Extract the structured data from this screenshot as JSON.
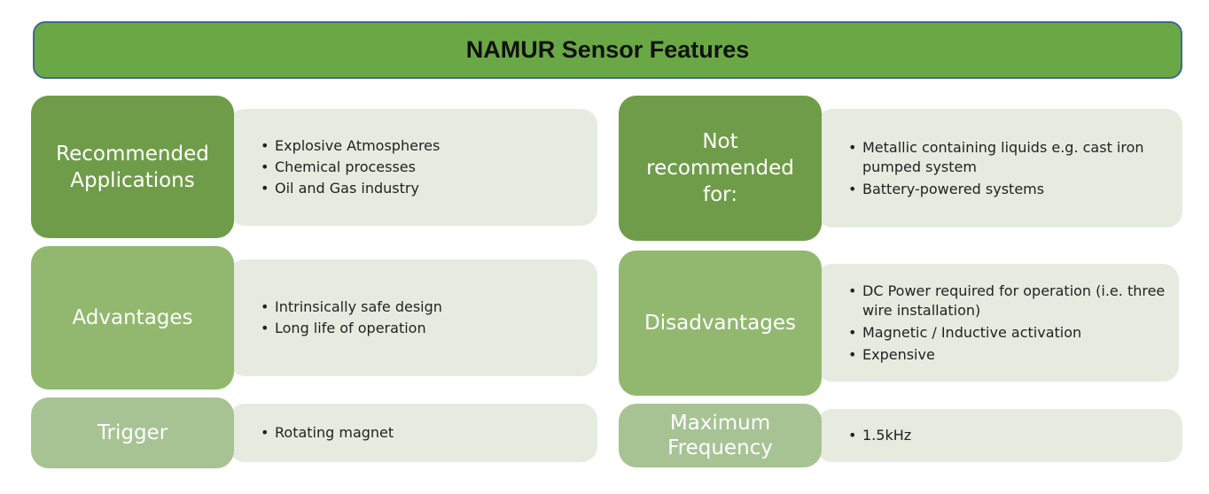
{
  "title": "NAMUR Sensor Features",
  "colors": {
    "banner": "#6aa845",
    "banner_border": "#3e6a8e",
    "label_dark": "#6f9c49",
    "label_mid": "#92b86f",
    "label_light": "#a7c394",
    "panel": "#e6ebe0"
  },
  "left": {
    "applications": {
      "label": "Recommended Applications",
      "items": [
        "Explosive Atmospheres",
        "Chemical processes",
        "Oil and Gas industry"
      ]
    },
    "advantages": {
      "label": "Advantages",
      "items": [
        "Intrinsically safe design",
        "Long life of operation"
      ]
    },
    "trigger": {
      "label": "Trigger",
      "items": [
        "Rotating magnet"
      ]
    }
  },
  "right": {
    "not_recommended": {
      "label": "Not recommended for:",
      "items": [
        "Metallic containing liquids e.g. cast iron pumped system",
        "Battery-powered systems"
      ]
    },
    "disadvantages": {
      "label": "Disadvantages",
      "items": [
        "DC Power required for operation (i.e. three wire installation)",
        "Magnetic / Inductive activation",
        "Expensive"
      ]
    },
    "max_frequency": {
      "label": "Maximum Frequency",
      "items": [
        "1.5kHz"
      ]
    }
  }
}
